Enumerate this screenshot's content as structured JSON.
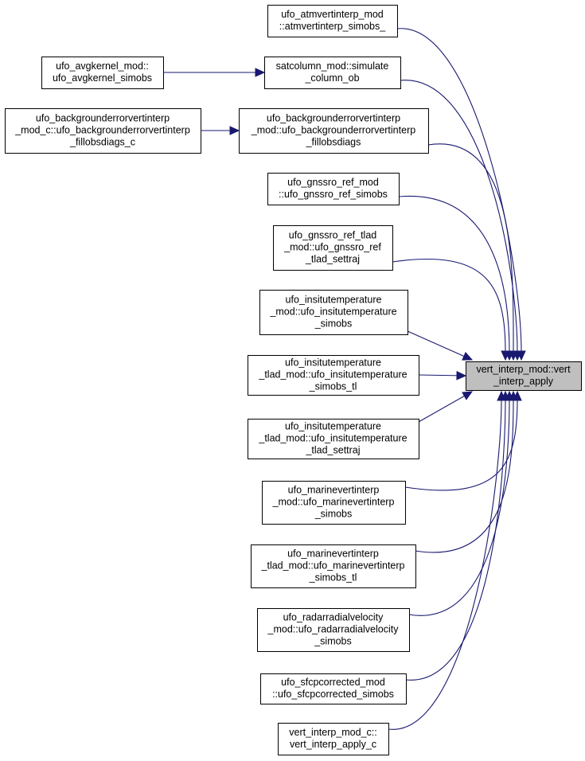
{
  "graph": {
    "colors": {
      "edge": "#191970",
      "node_fill": "#ffffff",
      "focus_fill": "#bfbfbf",
      "border": "#000000"
    },
    "focus": {
      "id": "vert_interp_apply",
      "lines": [
        "vert_interp_mod::vert",
        "_interp_apply"
      ]
    },
    "callers": [
      {
        "id": "atmvertinterp_simobs",
        "lines": [
          "ufo_atmvertinterp_mod",
          "::atmvertinterp_simobs_"
        ]
      },
      {
        "id": "simulate_column_ob",
        "lines": [
          "satcolumn_mod::simulate",
          "_column_ob"
        ]
      },
      {
        "id": "fillobsdiags",
        "lines": [
          "ufo_backgrounderrorvertinterp",
          "_mod::ufo_backgrounderrorvertinterp",
          "_fillobsdiags"
        ]
      },
      {
        "id": "gnssro_ref_simobs",
        "lines": [
          "ufo_gnssro_ref_mod",
          "::ufo_gnssro_ref_simobs"
        ]
      },
      {
        "id": "gnssro_ref_tlad_settraj",
        "lines": [
          "ufo_gnssro_ref_tlad",
          "_mod::ufo_gnssro_ref",
          "_tlad_settraj"
        ]
      },
      {
        "id": "insitutemperature_simobs",
        "lines": [
          "ufo_insitutemperature",
          "_mod::ufo_insitutemperature",
          "_simobs"
        ]
      },
      {
        "id": "insitutemperature_simobs_tl",
        "lines": [
          "ufo_insitutemperature",
          "_tlad_mod::ufo_insitutemperature",
          "_simobs_tl"
        ]
      },
      {
        "id": "insitutemperature_tlad_settraj",
        "lines": [
          "ufo_insitutemperature",
          "_tlad_mod::ufo_insitutemperature",
          "_tlad_settraj"
        ]
      },
      {
        "id": "marinevertinterp_simobs",
        "lines": [
          "ufo_marinevertinterp",
          "_mod::ufo_marinevertinterp",
          "_simobs"
        ]
      },
      {
        "id": "marinevertinterp_simobs_tl",
        "lines": [
          "ufo_marinevertinterp",
          "_tlad_mod::ufo_marinevertinterp",
          "_simobs_tl"
        ]
      },
      {
        "id": "radarradialvelocity_simobs",
        "lines": [
          "ufo_radarradialvelocity",
          "_mod::ufo_radarradialvelocity",
          "_simobs"
        ]
      },
      {
        "id": "sfcpcorrected_simobs",
        "lines": [
          "ufo_sfcpcorrected_mod",
          "::ufo_sfcpcorrected_simobs"
        ]
      },
      {
        "id": "vert_interp_apply_c",
        "lines": [
          "vert_interp_mod_c::",
          "vert_interp_apply_c"
        ]
      }
    ],
    "second_level": [
      {
        "id": "avgkernel_simobs",
        "target": "simulate_column_ob",
        "lines": [
          "ufo_avgkernel_mod::",
          "ufo_avgkernel_simobs"
        ]
      },
      {
        "id": "fillobsdiags_c",
        "target": "fillobsdiags",
        "lines": [
          "ufo_backgrounderrorvertinterp",
          "_mod_c::ufo_backgrounderrorvertinterp",
          "_fillobsdiags_c"
        ]
      }
    ]
  }
}
